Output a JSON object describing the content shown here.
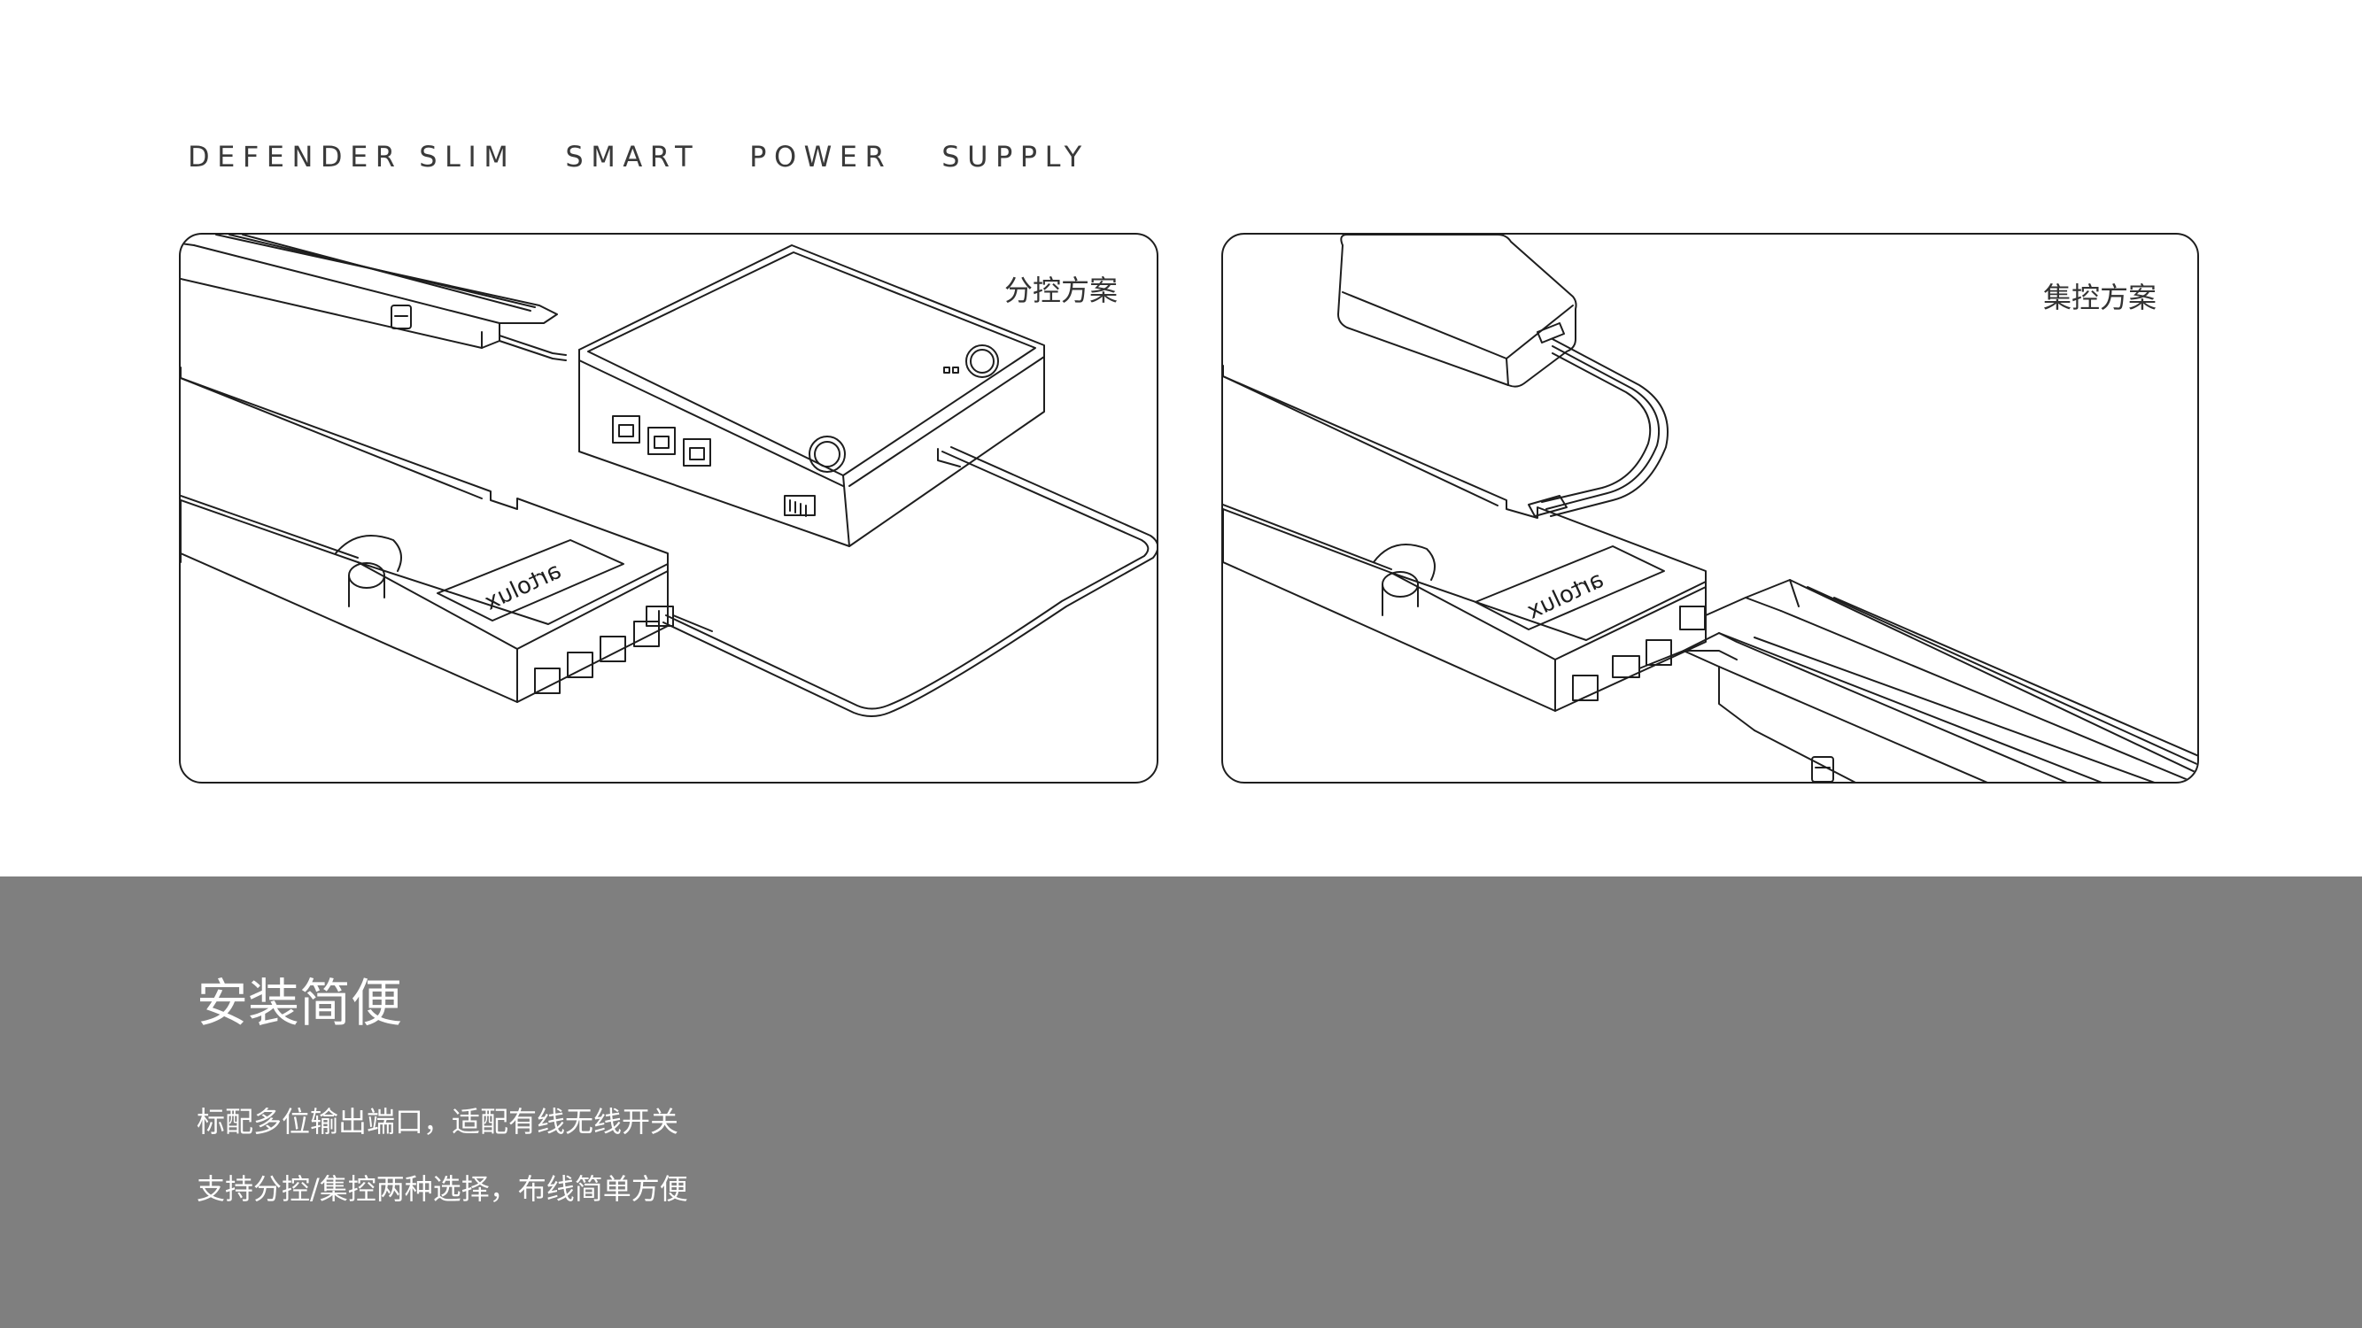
{
  "header": {
    "title": "DEFENDER SLIM   SMART   POWER   SUPPLY"
  },
  "panels": [
    {
      "label": "分控方案",
      "device_brand_mark": "artolux"
    },
    {
      "label": "集控方案",
      "device_brand_mark": "artolux"
    }
  ],
  "feature": {
    "title": "安装简便",
    "lines": [
      "标配多位输出端口，适配有线无线开关",
      "支持分控/集控两种选择，布线简单方便"
    ]
  },
  "colors": {
    "band_background": "#7f7f7f",
    "line_art": "#1e1e1e",
    "title_text": "#3a3a3a"
  }
}
